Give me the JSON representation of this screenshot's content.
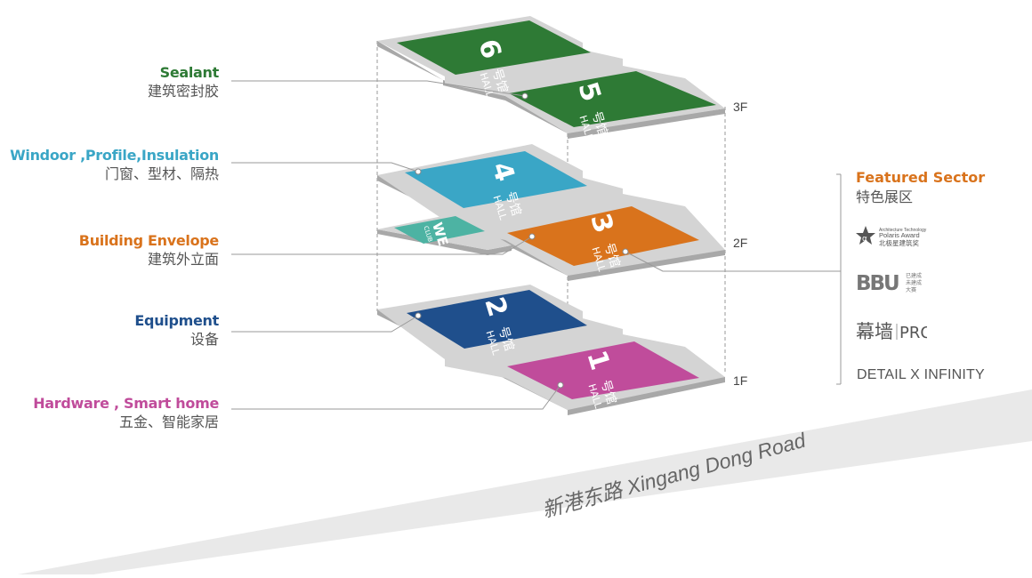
{
  "colors": {
    "sealant": "#2E7A35",
    "windoor": "#3AA6C6",
    "building_envelope": "#D9731C",
    "equipment": "#1F4F8C",
    "hardware": "#C04C9B",
    "featured": "#D9731C",
    "club": "#4DB3A3",
    "platform": "#D4D4D4",
    "road": "#E9E9E9"
  },
  "categories": [
    {
      "en": "Sealant",
      "cn": "建筑密封胶",
      "color": "#2E7A35"
    },
    {
      "en": "Windoor ,Profile,Insulation",
      "cn": "门窗、型材、隔热",
      "color": "#3AA6C6"
    },
    {
      "en": "Building Envelope",
      "cn": "建筑外立面",
      "color": "#D9731C"
    },
    {
      "en": "Equipment",
      "cn": "设备",
      "color": "#1F4F8C"
    },
    {
      "en": "Hardware , Smart home",
      "cn": "五金、智能家居",
      "color": "#C04C9B"
    }
  ],
  "floors": [
    "3F",
    "2F",
    "1F"
  ],
  "halls": [
    {
      "num": "6",
      "cn": "号馆",
      "en": "HALL"
    },
    {
      "num": "5",
      "cn": "号馆",
      "en": "HALL"
    },
    {
      "num": "4",
      "cn": "号馆",
      "en": "HALL"
    },
    {
      "num": "3",
      "cn": "号馆",
      "en": "HALL"
    },
    {
      "num": "2",
      "cn": "号馆",
      "en": "HALL"
    },
    {
      "num": "1",
      "cn": "号馆",
      "en": "HALL"
    }
  ],
  "club": {
    "name": "WE",
    "sub": "CLUB"
  },
  "featured": {
    "title_en": "Featured Sector",
    "title_cn": "特色展区",
    "polaris": {
      "l1": "Architecture Technology",
      "l2": "Polaris Award",
      "l3": "北极星建筑奖"
    },
    "bbu": {
      "name": "BBU",
      "l1": "已建成",
      "l2": "未建成",
      "l3": "大赛"
    },
    "mq": {
      "cn": "幕墙",
      "en": "PRO"
    },
    "detail": "DETAIL X INFINITY"
  },
  "road": "新港东路 Xingang Dong Road"
}
